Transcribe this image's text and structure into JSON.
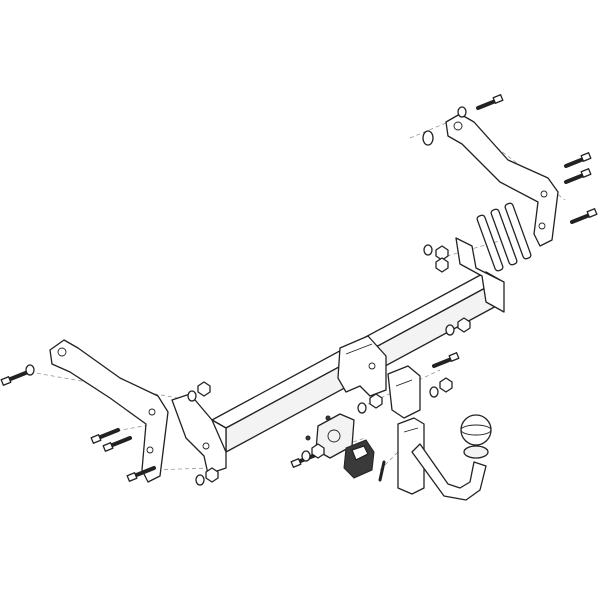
{
  "diagram": {
    "type": "exploded-assembly",
    "colors": {
      "stroke": "#222222",
      "fill": "#ffffff",
      "shade": "#f3f3f3",
      "dark": "#3a3a3a",
      "leader": "#888888"
    },
    "parts": [
      "crossbar",
      "left-mounting-bracket",
      "right-mounting-bracket",
      "spacer-plates",
      "tow-ball-neck",
      "tow-ball",
      "neck-socket-housing",
      "electrical-socket",
      "socket-mounting-plate",
      "bolts",
      "nuts",
      "washers"
    ]
  }
}
